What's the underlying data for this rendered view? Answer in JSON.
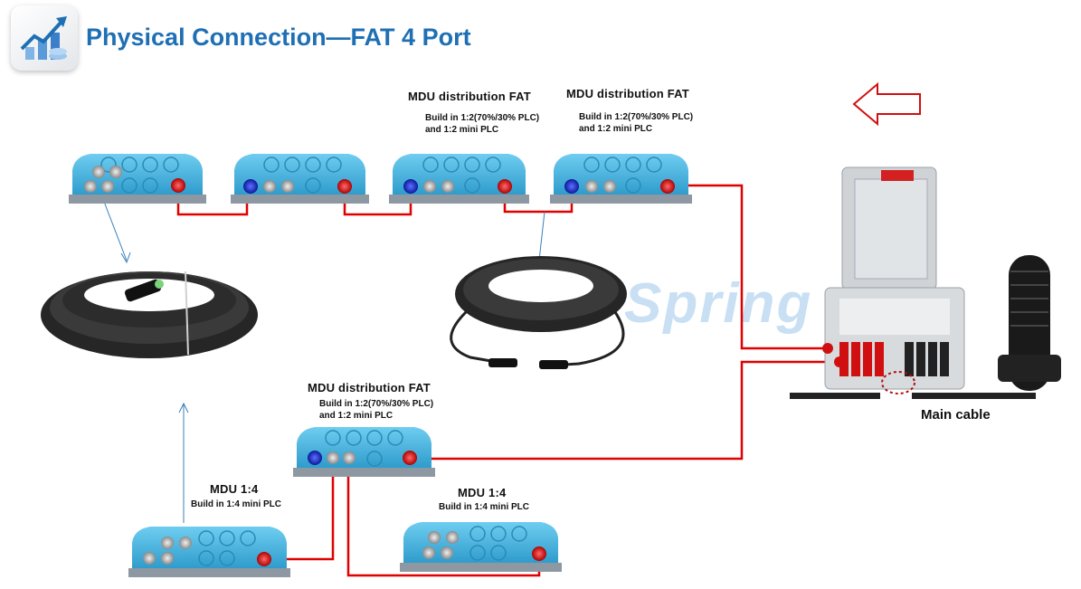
{
  "header": {
    "title": "Physical Connection—FAT 4 Port"
  },
  "fats": [
    {
      "name": "MDU distribution FAT",
      "desc_line1": "Build in 1:2(70%/30% PLC)",
      "desc_line2": "and 1:2 mini PLC"
    },
    {
      "name": "MDU distribution FAT",
      "desc_line1": "Build in 1:2(70%/30% PLC)",
      "desc_line2": "and 1:2 mini PLC"
    },
    {
      "name": "MDU distribution FAT",
      "desc_line1": "Build in 1:2(70%/30% PLC)",
      "desc_line2": "and 1:2 mini PLC"
    }
  ],
  "mdu14": [
    {
      "name": "MDU 1:4",
      "desc": "Build in 1:4 mini PLC"
    },
    {
      "name": "MDU 1:4",
      "desc": "Build in 1:4 mini PLC"
    }
  ],
  "main_cable": {
    "label": "Main cable"
  },
  "watermark": "Spring",
  "colors": {
    "title": "#1f6fb4",
    "box": "#47b5e0",
    "connection": "#e00000",
    "port_red": "#d81010",
    "port_blue": "#1b2fc8"
  },
  "icons": {
    "logo": "growth-chart-icon",
    "arrow": "left-arrow-icon"
  }
}
